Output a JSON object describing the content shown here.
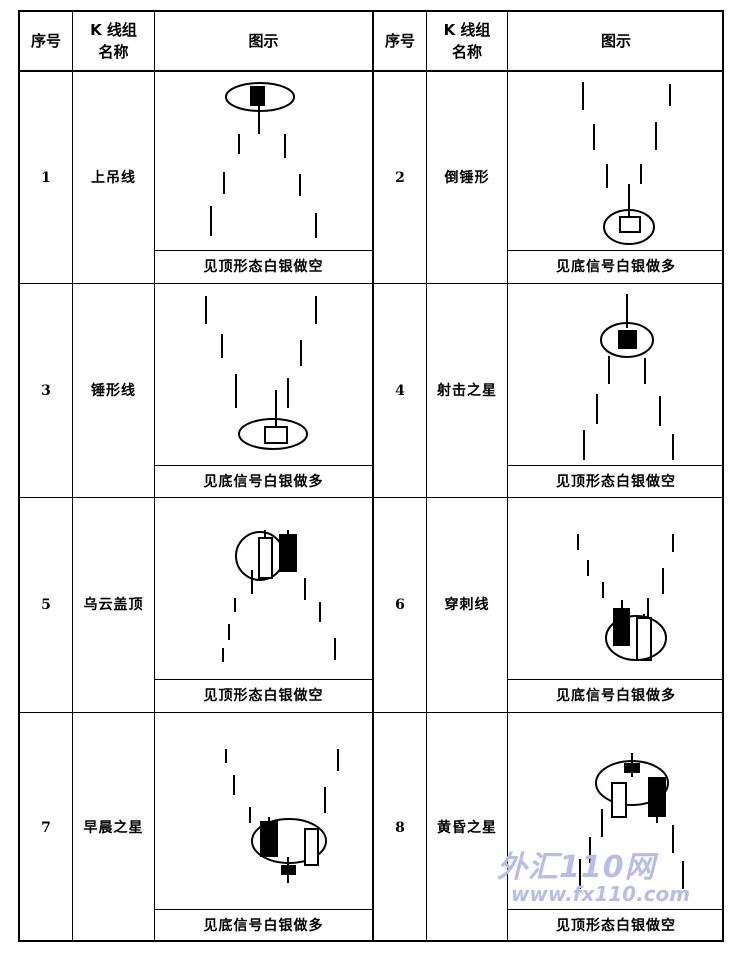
{
  "header": {
    "seq": "序号",
    "name_line1": "K 线组",
    "name_line2": "名称",
    "figure": "图示"
  },
  "rows": [
    {
      "left": {
        "seq": "1",
        "name": "上吊线",
        "caption": "见顶形态白银做空"
      },
      "right": {
        "seq": "2",
        "name": "倒锤形",
        "caption": "见底信号白银做多"
      }
    },
    {
      "left": {
        "seq": "3",
        "name": "锤形线",
        "caption": "见底信号白银做多"
      },
      "right": {
        "seq": "4",
        "name": "射击之星",
        "caption": "见顶形态白银做空"
      }
    },
    {
      "left": {
        "seq": "5",
        "name": "乌云盖顶",
        "caption": "见顶形态白银做空"
      },
      "right": {
        "seq": "6",
        "name": "穿刺线",
        "caption": "见底信号白银做多"
      }
    },
    {
      "left": {
        "seq": "7",
        "name": "早晨之星",
        "caption": "见底信号白银做多"
      },
      "right": {
        "seq": "8",
        "name": "黄昏之星",
        "caption": "见顶形态白银做空"
      }
    }
  ],
  "watermark": {
    "main": "外汇110网",
    "url": "www.fx110.com"
  }
}
